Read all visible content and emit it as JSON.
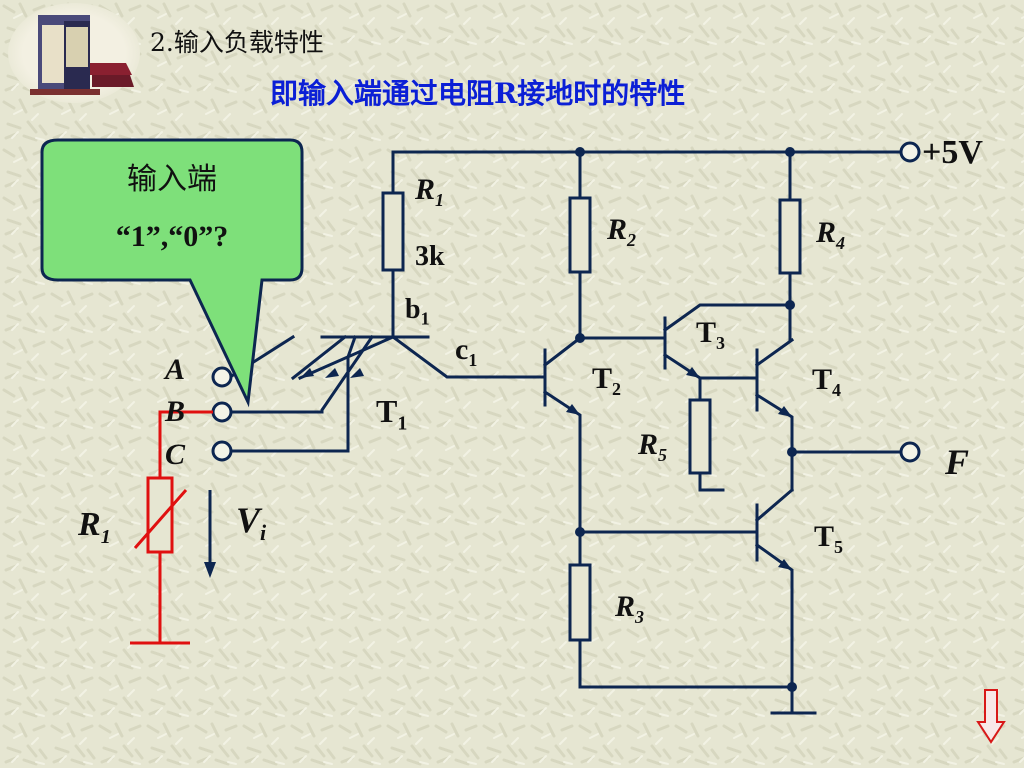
{
  "slide": {
    "section_title": "2.输入负载特性",
    "subtitle": "即输入端通过电阻R接地时的特性"
  },
  "callout": {
    "line1": "输入端",
    "line2": "“1”,“0”?"
  },
  "labels": {
    "supply": "+5V",
    "r1_main": "R",
    "r1_main_sub": "1",
    "r1_value": "3k",
    "r2": "R",
    "r2_sub": "2",
    "r3": "R",
    "r3_sub": "3",
    "r4": "R",
    "r4_sub": "4",
    "r5": "R",
    "r5_sub": "5",
    "b1": "b",
    "b1_sub": "1",
    "c1": "c",
    "c1_sub": "1",
    "t1": "T",
    "t1_sub": "1",
    "t2": "T",
    "t2_sub": "2",
    "t3": "T",
    "t3_sub": "3",
    "t4": "T",
    "t4_sub": "4",
    "t5": "T",
    "t5_sub": "5",
    "input_a": "A",
    "input_b": "B",
    "input_c": "C",
    "output_f": "F",
    "r1_ext": "R",
    "r1_ext_sub": "1",
    "vi": "V",
    "vi_sub": "i"
  },
  "colors": {
    "background": "#e6e6d2",
    "wire": "#0d2650",
    "external_wire": "#e01010",
    "callout_fill": "#7ee07a",
    "subtitle": "#0b1fd6",
    "nav_arrow": "#d81818"
  },
  "icons": {
    "book": "book-cover-icon",
    "nav": "down-arrow-icon"
  }
}
